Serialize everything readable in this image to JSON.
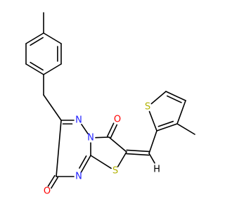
{
  "molecule": {
    "atoms": [
      {
        "id": "me_tol",
        "symbol": "C"
      },
      {
        "id": "t1",
        "symbol": "C"
      },
      {
        "id": "t2",
        "symbol": "C"
      },
      {
        "id": "t3",
        "symbol": "C"
      },
      {
        "id": "t4",
        "symbol": "C"
      },
      {
        "id": "t5",
        "symbol": "C"
      },
      {
        "id": "t6",
        "symbol": "C"
      },
      {
        "id": "ch2",
        "symbol": "C"
      },
      {
        "id": "c6",
        "symbol": "C"
      },
      {
        "id": "n1",
        "symbol": "N",
        "label": "N"
      },
      {
        "id": "n2",
        "symbol": "N",
        "label": "N"
      },
      {
        "id": "c3",
        "symbol": "C"
      },
      {
        "id": "o3",
        "symbol": "O",
        "label": "O"
      },
      {
        "id": "c2",
        "symbol": "C"
      },
      {
        "id": "s1",
        "symbol": "S",
        "label": "S"
      },
      {
        "id": "c8a",
        "symbol": "C"
      },
      {
        "id": "n8",
        "symbol": "N",
        "label": "N"
      },
      {
        "id": "c7",
        "symbol": "C"
      },
      {
        "id": "o7",
        "symbol": "O",
        "label": "O"
      },
      {
        "id": "exo",
        "symbol": "C"
      },
      {
        "id": "h_exo",
        "symbol": "H",
        "label": "H"
      },
      {
        "id": "th2",
        "symbol": "C"
      },
      {
        "id": "th_s",
        "symbol": "S",
        "label": "S"
      },
      {
        "id": "th5",
        "symbol": "C"
      },
      {
        "id": "th4",
        "symbol": "C"
      },
      {
        "id": "th3",
        "symbol": "C"
      },
      {
        "id": "me_th",
        "symbol": "C"
      }
    ],
    "bonds": [
      {
        "from": "me_tol",
        "to": "t1",
        "order": 1
      },
      {
        "from": "t1",
        "to": "t2",
        "order": 2
      },
      {
        "from": "t2",
        "to": "t3",
        "order": 1
      },
      {
        "from": "t3",
        "to": "t4",
        "order": 2
      },
      {
        "from": "t4",
        "to": "t5",
        "order": 1
      },
      {
        "from": "t5",
        "to": "t6",
        "order": 2
      },
      {
        "from": "t6",
        "to": "t1",
        "order": 1
      },
      {
        "from": "t4",
        "to": "ch2",
        "order": 1
      },
      {
        "from": "ch2",
        "to": "c6",
        "order": 1
      },
      {
        "from": "c6",
        "to": "n1",
        "order": 2
      },
      {
        "from": "n1",
        "to": "n2",
        "order": 1
      },
      {
        "from": "n2",
        "to": "c3",
        "order": 1
      },
      {
        "from": "c3",
        "to": "o3",
        "order": 2
      },
      {
        "from": "c3",
        "to": "c2",
        "order": 1
      },
      {
        "from": "c2",
        "to": "s1",
        "order": 1
      },
      {
        "from": "s1",
        "to": "c8a",
        "order": 1
      },
      {
        "from": "c8a",
        "to": "n2",
        "order": 1
      },
      {
        "from": "c8a",
        "to": "n8",
        "order": 2
      },
      {
        "from": "n8",
        "to": "c7",
        "order": 1
      },
      {
        "from": "c7",
        "to": "o7",
        "order": 2
      },
      {
        "from": "c7",
        "to": "c6",
        "order": 1
      },
      {
        "from": "c2",
        "to": "exo",
        "order": 2
      },
      {
        "from": "exo",
        "to": "h_exo",
        "order": 1
      },
      {
        "from": "exo",
        "to": "th2",
        "order": 1
      },
      {
        "from": "th2",
        "to": "th_s",
        "order": 1
      },
      {
        "from": "th_s",
        "to": "th5",
        "order": 1
      },
      {
        "from": "th5",
        "to": "th4",
        "order": 2
      },
      {
        "from": "th4",
        "to": "th3",
        "order": 1
      },
      {
        "from": "th3",
        "to": "th2",
        "order": 2
      },
      {
        "from": "th3",
        "to": "me_th",
        "order": 1
      }
    ],
    "colors": {
      "bond": "#000000",
      "C": "#000000",
      "H": "#000000",
      "N": "#2020ff",
      "O": "#ff0000",
      "S": "#b2b200"
    }
  }
}
